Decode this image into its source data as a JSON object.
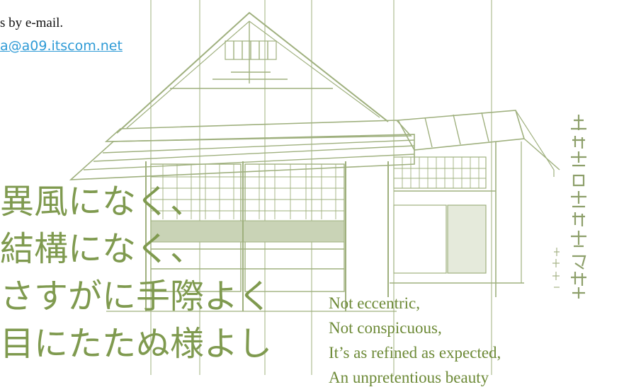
{
  "contact": {
    "text": "s by e-mail.",
    "email": "a@a09.itscom.net"
  },
  "poem": {
    "japanese_lines": [
      "異風になく、",
      "結構になく、",
      "さすがに手際よく",
      "目にたたぬ様よし"
    ],
    "english_lines": [
      "Not eccentric,",
      "Not conspicuous,",
      "It’s as refined as expected,",
      "An unpretentious beauty"
    ]
  },
  "colors": {
    "sketch_line": "#9fb07e",
    "japanese_text": "#7f9a4f",
    "english_text": "#6d8a37",
    "link": "#2f9bd6"
  },
  "icons": {
    "illustration": "tea-house-sketch-icon"
  }
}
